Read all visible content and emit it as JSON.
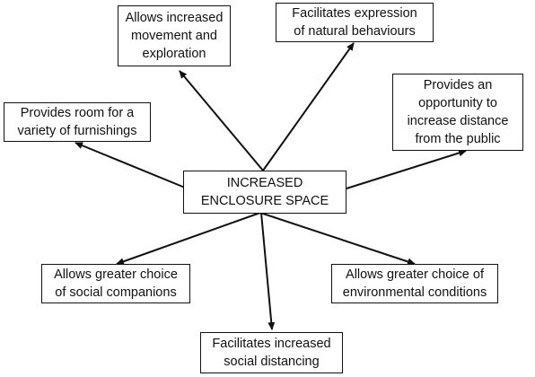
{
  "center": {
    "lines": [
      "INCREASED",
      "ENCLOSURE SPACE"
    ]
  },
  "nodes": [
    {
      "id": "movement",
      "lines": [
        "Allows increased",
        "movement and",
        "exploration"
      ]
    },
    {
      "id": "natural",
      "lines": [
        "Facilitates expression",
        "of natural behaviours"
      ]
    },
    {
      "id": "distance-public",
      "lines": [
        "Provides an",
        "opportunity to",
        "increase distance",
        "from the public"
      ]
    },
    {
      "id": "furnishings",
      "lines": [
        "Provides room for a",
        "variety of furnishings"
      ]
    },
    {
      "id": "companions",
      "lines": [
        "Allows greater choice",
        "of social companions"
      ]
    },
    {
      "id": "environment",
      "lines": [
        "Allows greater choice of",
        "environmental conditions"
      ]
    },
    {
      "id": "social-distancing",
      "lines": [
        "Facilitates increased",
        "social distancing"
      ]
    }
  ]
}
